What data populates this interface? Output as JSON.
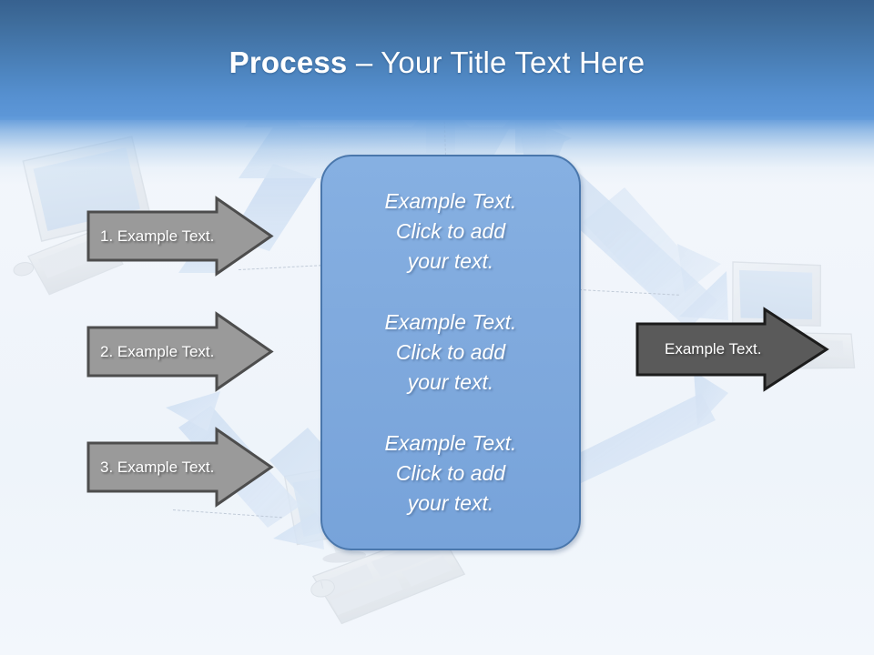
{
  "slide": {
    "title_strong": "Process",
    "title_rest": " – Your Title Text Here",
    "background_color": "#f2f6fb",
    "header_color_top": "#37618f",
    "header_color_bottom": "#5e98d9"
  },
  "center_panel": {
    "fill_color": "#7fa9dd",
    "border_color": "#4a77ac",
    "blocks": [
      {
        "text": "Example Text.\nClick  to add\nyour text."
      },
      {
        "text": "Example Text.\nClick  to add\nyour text."
      },
      {
        "text": "Example Text.\nClick  to add\nyour text."
      }
    ]
  },
  "input_arrows": {
    "fill_color": "#9a9a9a",
    "border_color": "#4d4d4d",
    "items": [
      {
        "label": "1. Example Text."
      },
      {
        "label": "2. Example Text."
      },
      {
        "label": "3. Example Text."
      }
    ]
  },
  "output_arrow": {
    "label": "Example Text.",
    "fill_color": "#5a5a5a",
    "border_color": "#1c1c1c"
  },
  "decorations": {
    "background_arrow_color": "#c3d8f0",
    "photo_elements": [
      "monitor-icon",
      "keyboard-icon",
      "mouse-icon"
    ]
  }
}
